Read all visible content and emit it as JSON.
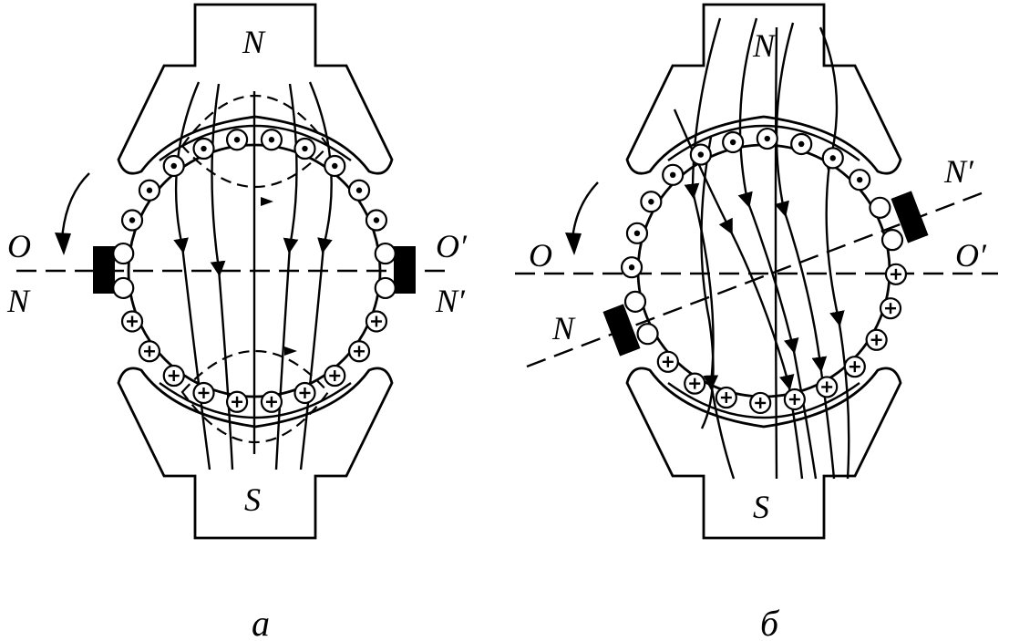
{
  "labels": {
    "a_N_top": "N",
    "a_S_bottom": "S",
    "a_O_left": "O",
    "a_N_left": "N",
    "a_O_right": "O′",
    "a_N_right": "N′",
    "b_N_top": "N",
    "b_S_bottom": "S",
    "b_O_left": "O",
    "b_O_right": "O′",
    "b_N_tilt_left": "N",
    "b_N_tilt_right": "N′",
    "caption_a": "а",
    "caption_b": "б"
  },
  "colors": {
    "ink": "#000000",
    "paper": "#ffffff"
  },
  "icons": {
    "conductor_out": "dot-in-circle",
    "conductor_in": "plus-in-circle",
    "brush": "black-rectangle",
    "rotation": "curved-arrow"
  }
}
